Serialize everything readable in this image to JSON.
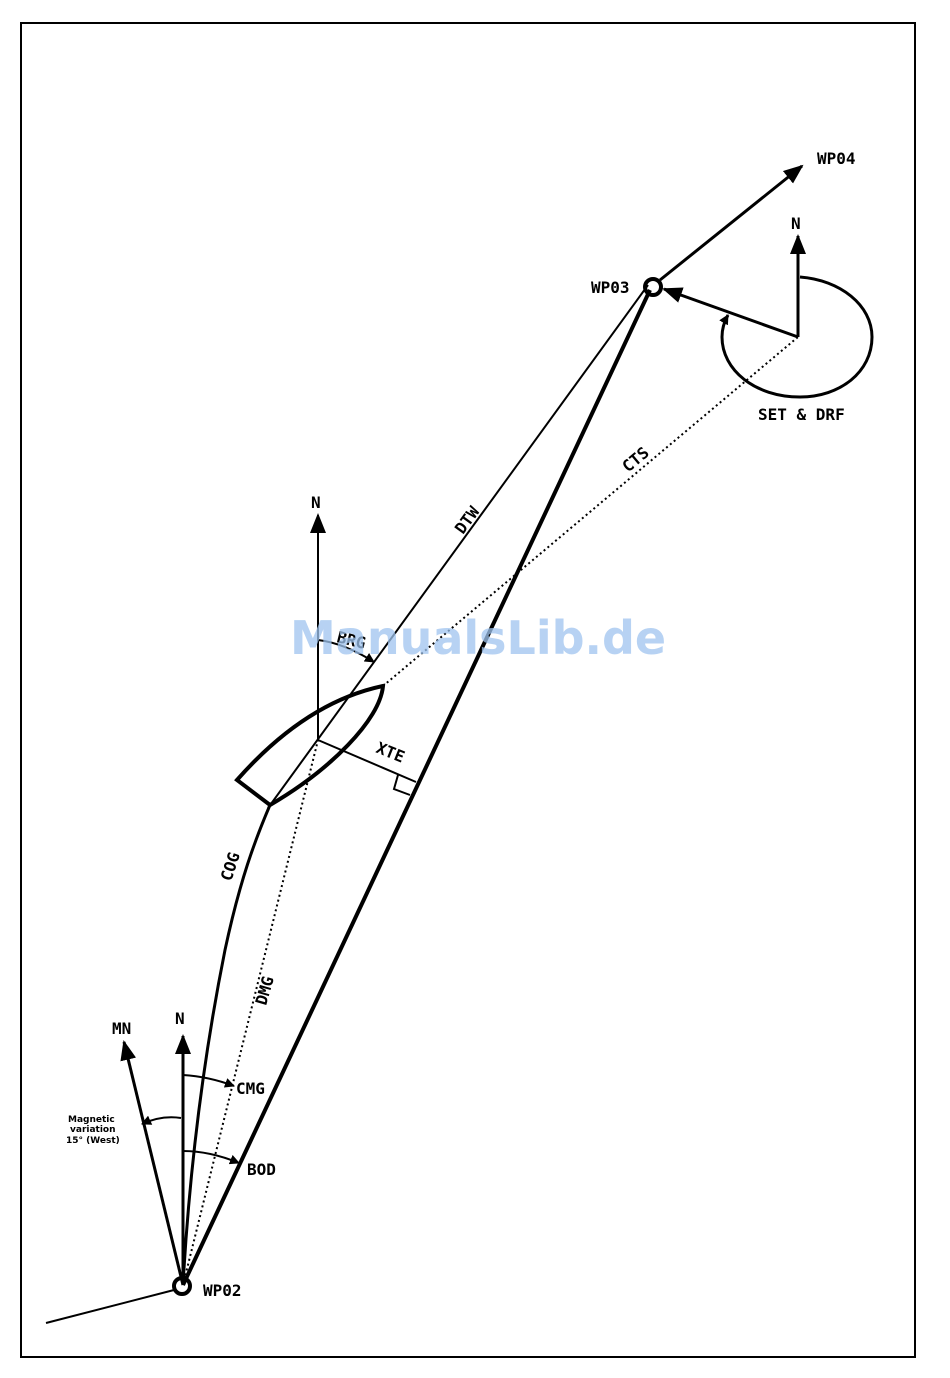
{
  "labels": {
    "wp04": "WP04",
    "wp03": "WP03",
    "wp02": "WP02",
    "north": "N",
    "magnetic_north": "MN",
    "set_drf": "SET & DRF",
    "cts": "CTS",
    "dtw": "DTW",
    "brg": "BRG",
    "xte": "XTE",
    "cog": "COG",
    "dmg": "DMG",
    "cmg": "CMG",
    "bod": "BOD",
    "mag_var_line1": "Magnetic",
    "mag_var_line2": "variation",
    "mag_var_line3": "15° (West)"
  },
  "watermark": "ManualsLib.de",
  "colors": {
    "line": "#000000",
    "watermark": "#9fc4ef"
  }
}
